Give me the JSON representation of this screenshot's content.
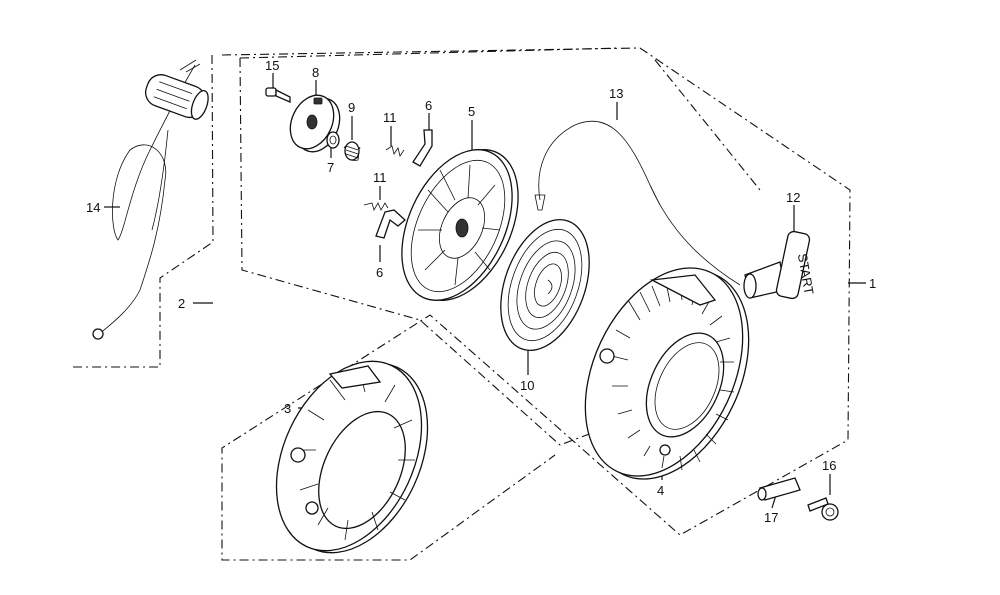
{
  "diagram": {
    "callouts": [
      {
        "id": "1",
        "label": "1"
      },
      {
        "id": "2",
        "label": "2"
      },
      {
        "id": "3",
        "label": "3"
      },
      {
        "id": "4",
        "label": "4"
      },
      {
        "id": "5",
        "label": "5"
      },
      {
        "id": "6a",
        "label": "6"
      },
      {
        "id": "6b",
        "label": "6"
      },
      {
        "id": "7",
        "label": "7"
      },
      {
        "id": "8",
        "label": "8"
      },
      {
        "id": "9",
        "label": "9"
      },
      {
        "id": "10",
        "label": "10"
      },
      {
        "id": "11a",
        "label": "11"
      },
      {
        "id": "11b",
        "label": "11"
      },
      {
        "id": "12",
        "label": "12"
      },
      {
        "id": "13",
        "label": "13"
      },
      {
        "id": "14",
        "label": "14"
      },
      {
        "id": "15",
        "label": "15"
      },
      {
        "id": "16",
        "label": "16"
      },
      {
        "id": "17",
        "label": "17"
      }
    ],
    "handle_text": "START"
  }
}
